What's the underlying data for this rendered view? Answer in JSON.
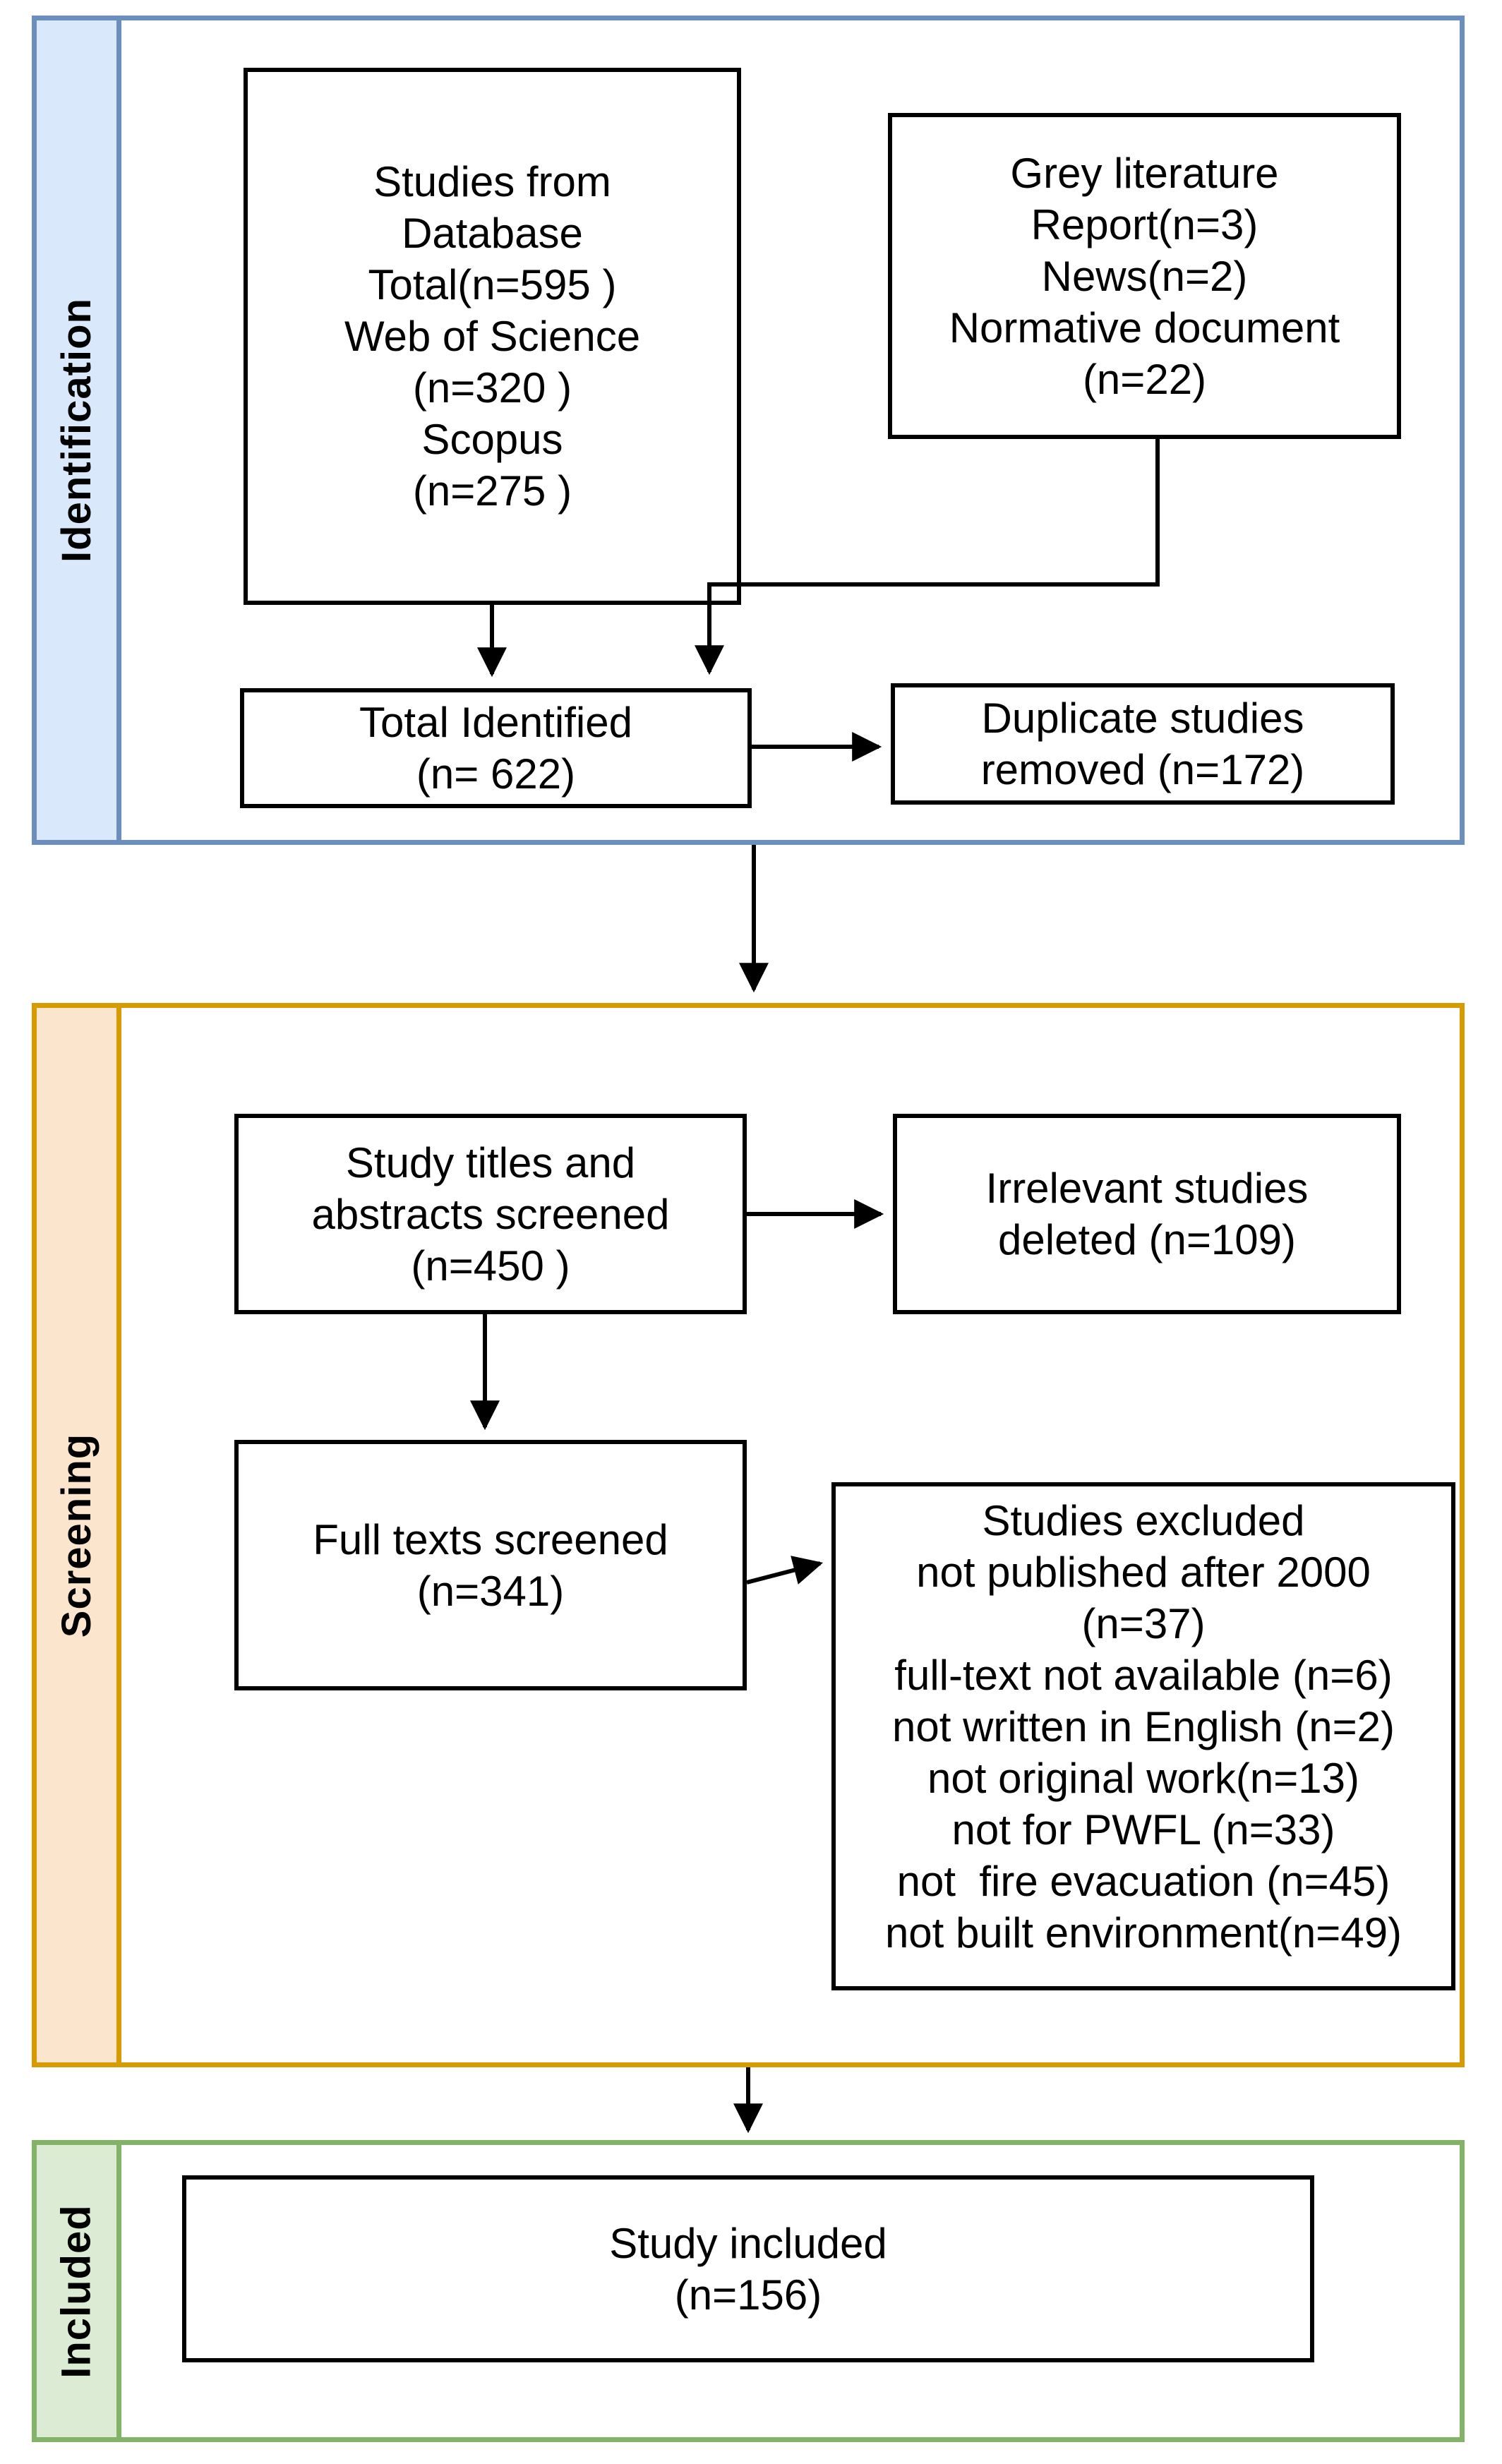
{
  "diagram": {
    "kind": "prisma-flow-diagram",
    "colors": {
      "identification_border": "#6C8EBF",
      "identification_fill": "#DAE8FC",
      "screening_border": "#D79B00",
      "screening_fill": "#FBE5CD",
      "included_border": "#82B366",
      "included_fill": "#DCEBD4",
      "box_border": "#000000",
      "arrow": "#000000"
    },
    "sections": {
      "identification": {
        "label": "Identification"
      },
      "screening": {
        "label": "Screening"
      },
      "included": {
        "label": "Included"
      }
    },
    "boxes": {
      "studies_from_database": {
        "lines": [
          "Studies from",
          "Database",
          "Total(n=595 )",
          "Web of Science",
          "(n=320 )",
          "Scopus",
          "(n=275 )"
        ]
      },
      "grey_literature": {
        "lines": [
          "Grey literature",
          "Report(n=3)",
          "News(n=2)",
          "Normative document",
          "(n=22)"
        ]
      },
      "total_identified": {
        "lines": [
          "Total Identified",
          "(n= 622)"
        ]
      },
      "duplicates_removed": {
        "lines": [
          "Duplicate studies",
          "removed (n=172)"
        ]
      },
      "titles_abstracts_screened": {
        "lines": [
          "Study titles and",
          "abstracts screened",
          "(n=450 )"
        ]
      },
      "irrelevant_deleted": {
        "lines": [
          "Irrelevant studies",
          "deleted (n=109)"
        ]
      },
      "full_texts_screened": {
        "lines": [
          "Full texts screened",
          "(n=341)"
        ]
      },
      "studies_excluded": {
        "lines": [
          "Studies excluded",
          "not published after 2000",
          "(n=37)",
          "full-text not available (n=6)",
          "not written in English (n=2)",
          "not original work(n=13)",
          "not for PWFL (n=33)",
          "not  fire evacuation (n=45)",
          "not built environment(n=49)"
        ]
      },
      "study_included": {
        "lines": [
          "Study included",
          "(n=156)"
        ]
      }
    }
  }
}
